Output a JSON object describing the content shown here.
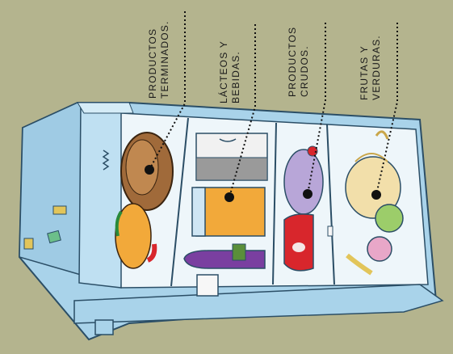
{
  "labels": [
    {
      "line1": "PRODUCTOS",
      "line2": "TERMINADOS."
    },
    {
      "line1": "LÁCTEOS Y",
      "line2": "BEBIDAS."
    },
    {
      "line1": "PRODUCTOS",
      "line2": "CRUDOS."
    },
    {
      "line1": "FRUTAS Y",
      "line2": "VERDURAS."
    }
  ],
  "colors": {
    "background": "#b4b48e",
    "fridge_body": "#a9d3ea",
    "fridge_edge": "#6fa7c8",
    "interior": "#eef6fa",
    "juice": "#f2a93a",
    "wine": "#7a3fa0",
    "meat": "#d8262c",
    "fish": "#b8a6d8",
    "cabbage": "#f2dfaa"
  },
  "icons": [
    "price-tag-icon",
    "price-tag-icon",
    "price-tag-icon",
    "price-tag-icon"
  ]
}
